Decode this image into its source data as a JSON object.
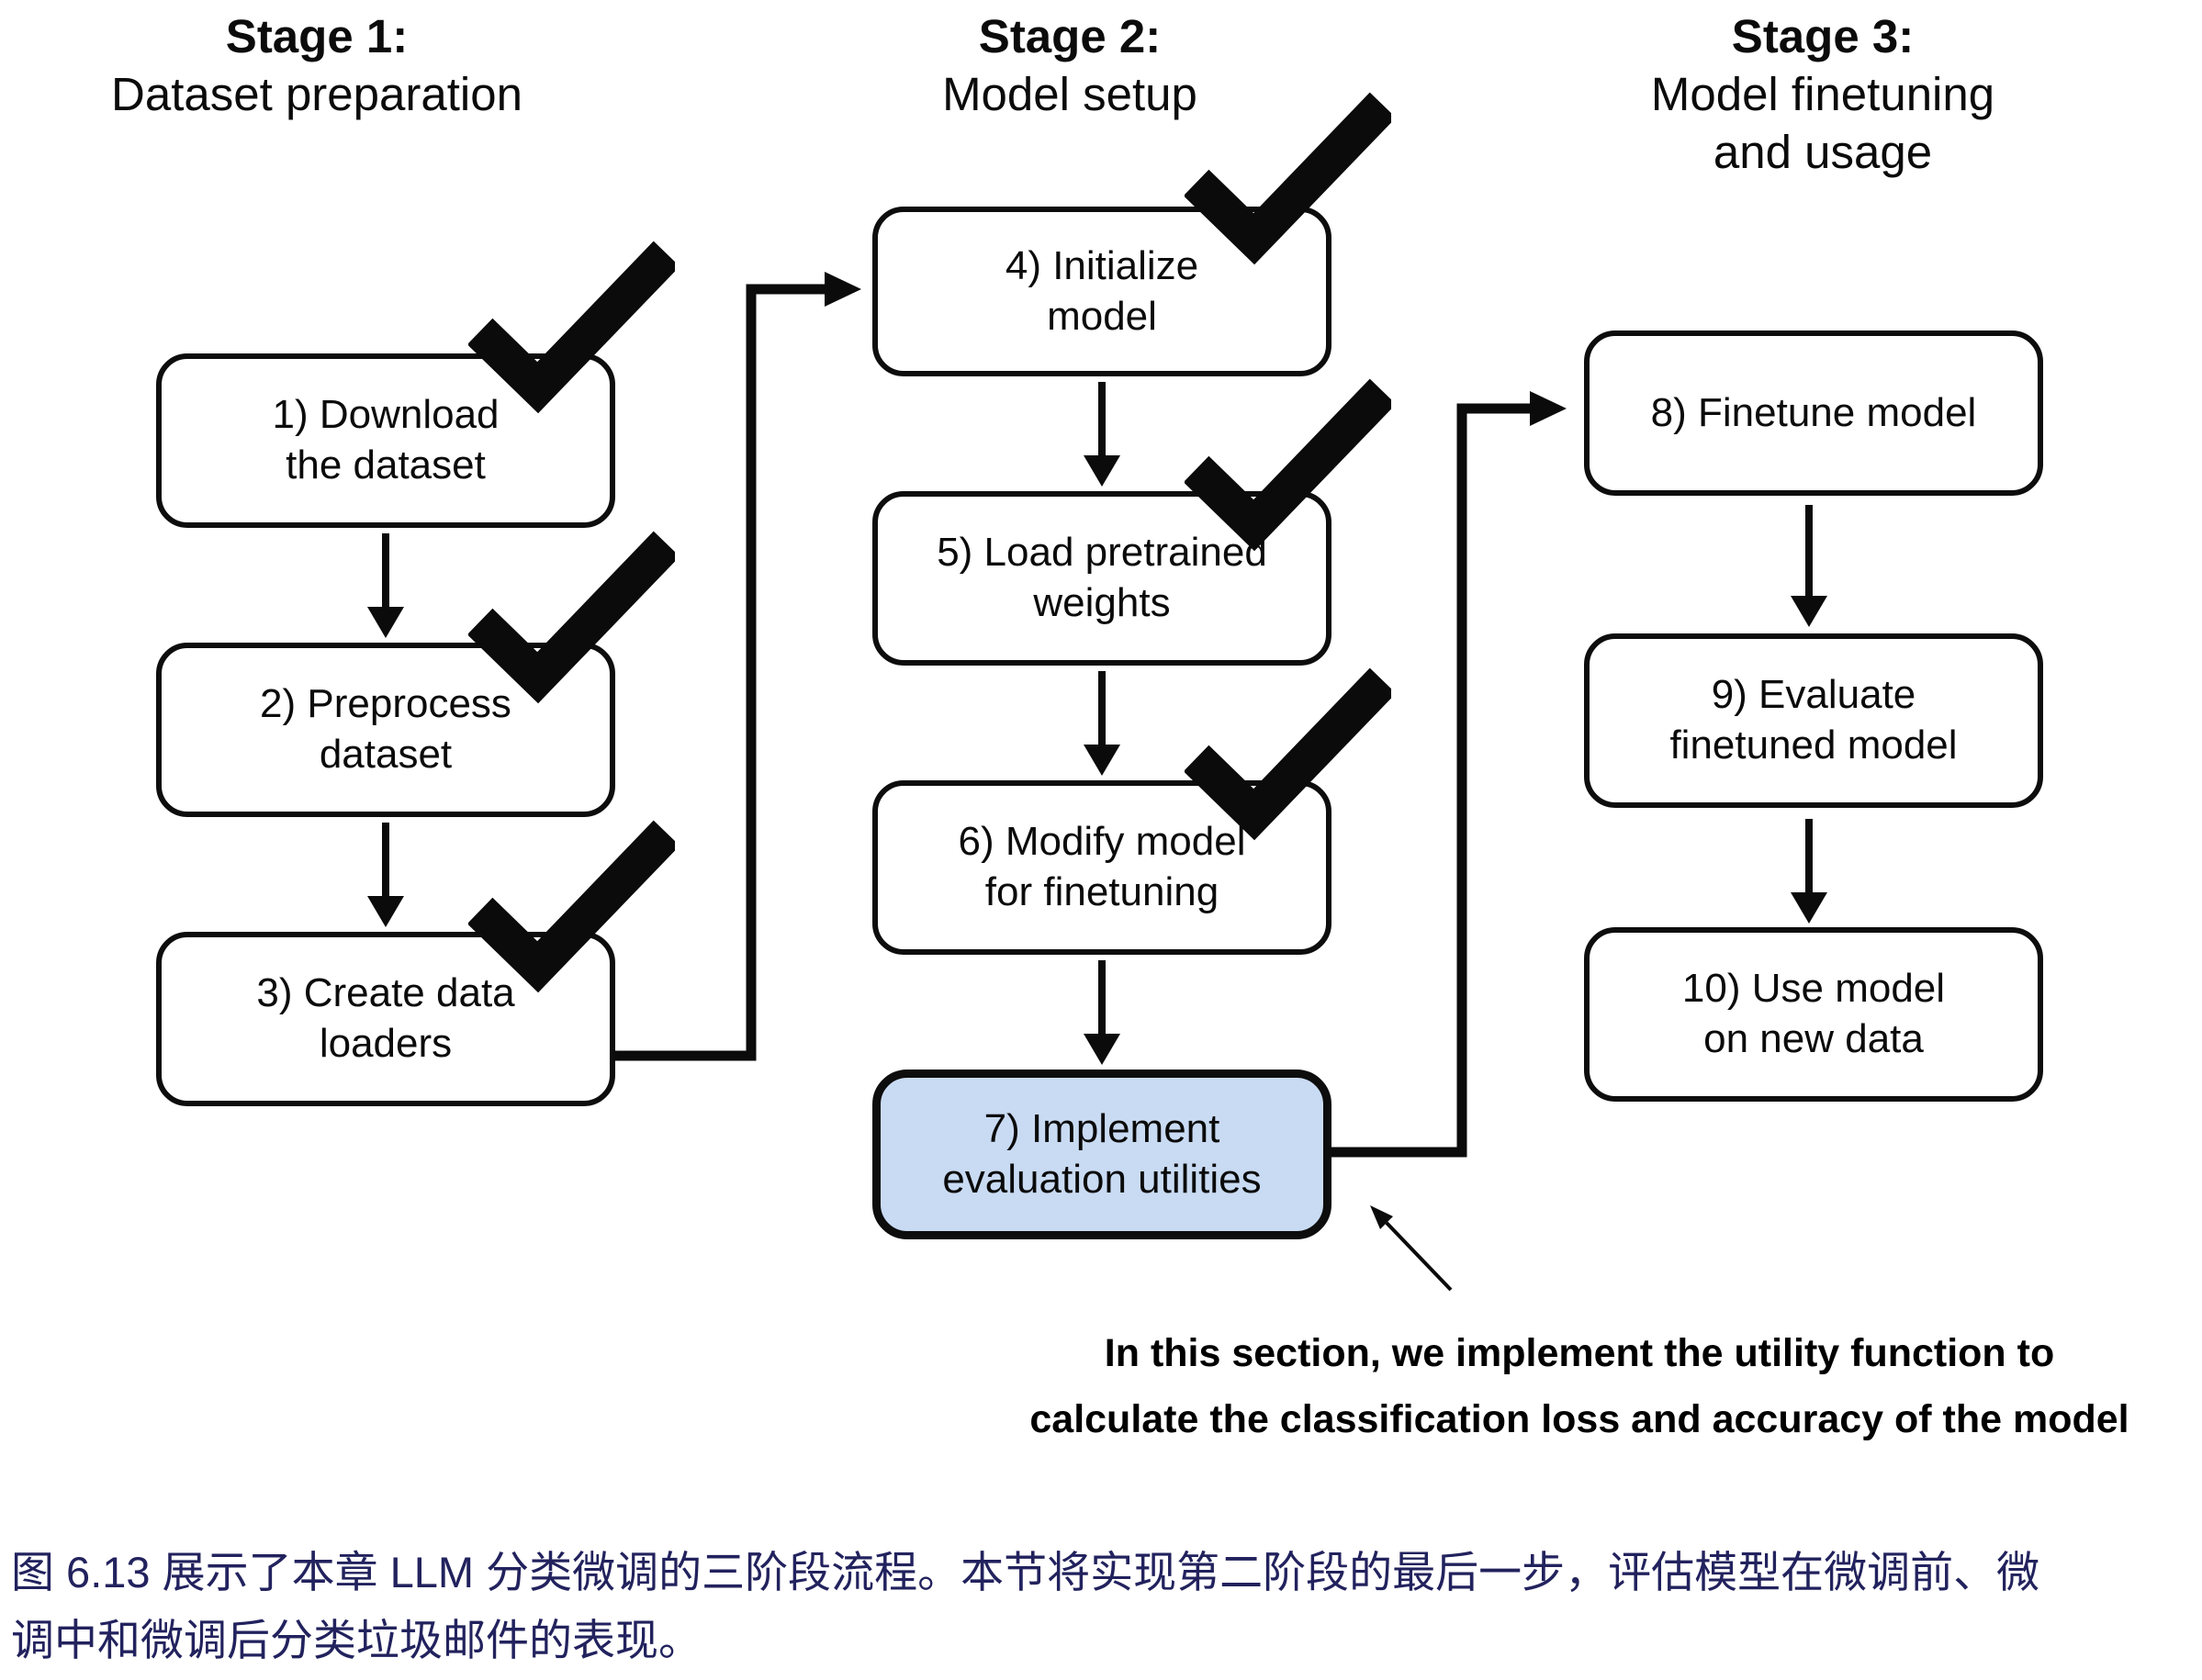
{
  "stages": [
    {
      "label": "Stage 1:",
      "sublabel": "Dataset preparation"
    },
    {
      "label": "Stage 2:",
      "sublabel": "Model setup"
    },
    {
      "label": "Stage 3:",
      "sublabel": "Model finetuning\nand usage"
    }
  ],
  "boxes": [
    {
      "label": "1) Download\nthe dataset",
      "checked": true,
      "highlighted": false
    },
    {
      "label": "2) Preprocess\ndataset",
      "checked": true,
      "highlighted": false
    },
    {
      "label": "3) Create data\nloaders",
      "checked": true,
      "highlighted": false
    },
    {
      "label": "4) Initialize\nmodel",
      "checked": true,
      "highlighted": false
    },
    {
      "label": "5) Load pretrained\nweights",
      "checked": true,
      "highlighted": false
    },
    {
      "label": "6) Modify model\nfor finetuning",
      "checked": true,
      "highlighted": false
    },
    {
      "label": "7) Implement\nevaluation utilities",
      "checked": false,
      "highlighted": true
    },
    {
      "label": "8) Finetune model",
      "checked": false,
      "highlighted": false
    },
    {
      "label": "9) Evaluate\nfinetuned model",
      "checked": false,
      "highlighted": false
    },
    {
      "label": "10) Use model\non new data",
      "checked": false,
      "highlighted": false
    }
  ],
  "annotation": "In this section, we implement the utility function to\ncalculate the classification loss and accuracy of the model",
  "caption": "图 6.13 展示了本章 LLM 分类微调的三阶段流程。本节将实现第二阶段的最后一步，评估模型在微调前、微\n调中和微调后分类垃圾邮件的表现。",
  "colors": {
    "highlight_fill": "#c9dbf3",
    "caption_color": "#22225e",
    "line_color": "#0b0b0b"
  }
}
